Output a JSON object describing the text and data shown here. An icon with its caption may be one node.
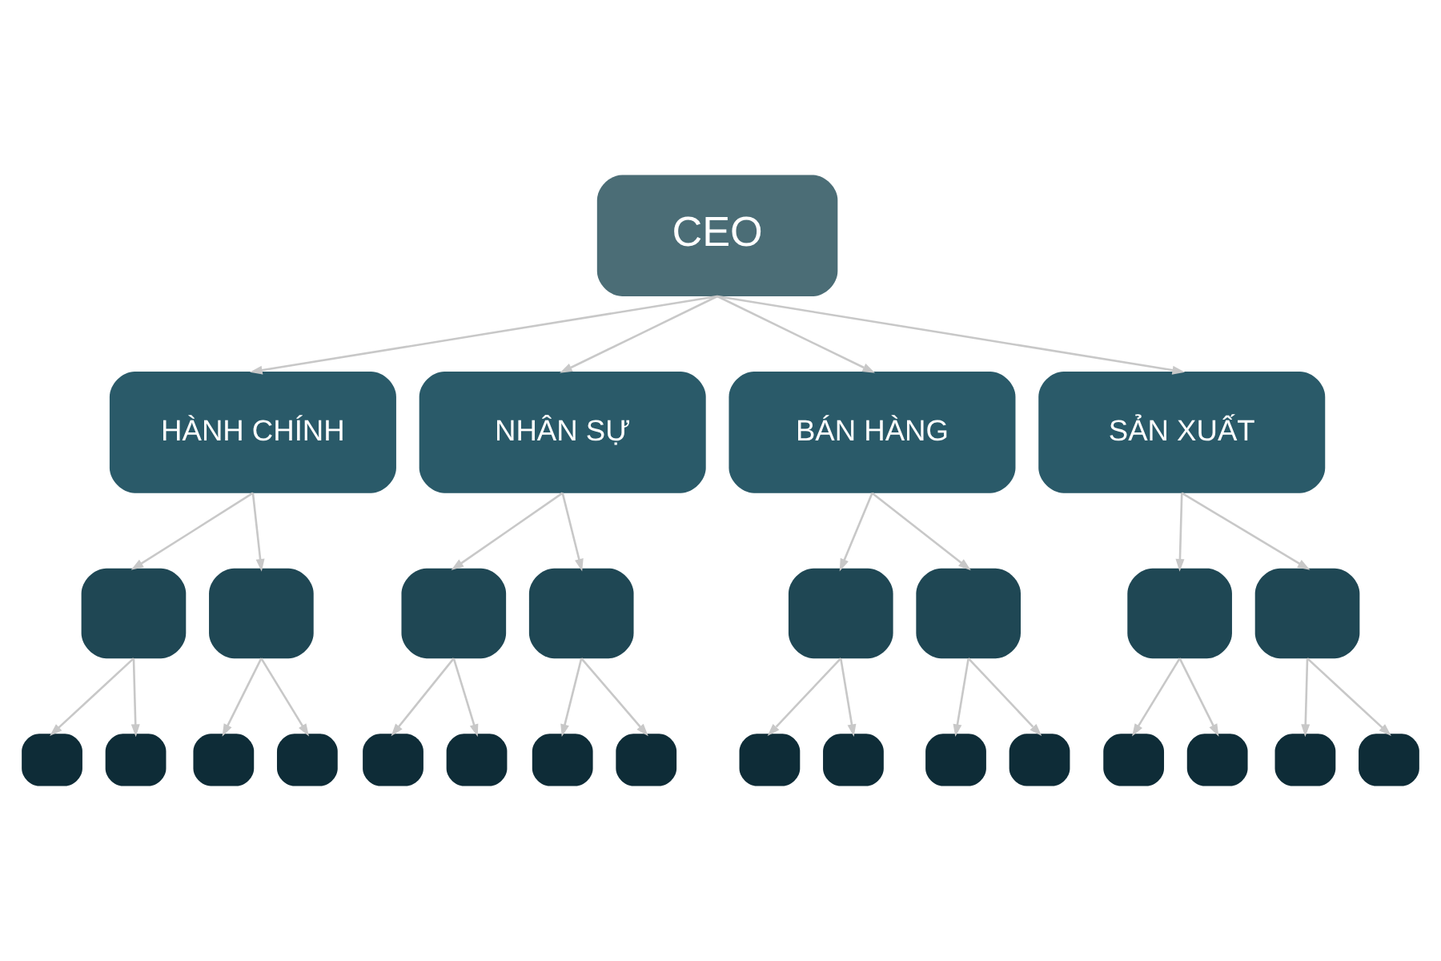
{
  "diagram": {
    "nodes": [
      {
        "text": [
          "CEO"
        ]
      },
      {
        "text": [
          "HÀNH CHÍNH"
        ]
      },
      {
        "text": [
          "NHÂN SỰ"
        ]
      },
      {
        "text": [
          "BÁN HÀNG"
        ]
      },
      {
        "text": [
          "SẢN XUẤT"
        ]
      },
      {
        "text": [],
        "shape": "box"
      },
      {
        "text": [],
        "shape": "box"
      },
      {
        "text": [],
        "shape": "box"
      },
      {
        "text": [],
        "shape": "box"
      },
      {
        "text": [],
        "shape": "box"
      },
      {
        "text": [],
        "shape": "box"
      },
      {
        "text": [],
        "shape": "box"
      },
      {
        "text": [],
        "shape": "box"
      },
      {
        "text": [],
        "shape": "box"
      },
      {
        "text": [],
        "shape": "box"
      },
      {
        "text": [],
        "shape": "box"
      },
      {
        "text": [],
        "shape": "box"
      },
      {
        "text": [],
        "shape": "box"
      },
      {
        "text": [],
        "shape": "box"
      },
      {
        "text": [],
        "shape": "box"
      },
      {
        "text": [],
        "shape": "box"
      },
      {
        "text": [],
        "shape": "box"
      },
      {
        "text": [],
        "shape": "box"
      },
      {
        "text": [],
        "shape": "box"
      },
      {
        "text": [],
        "shape": "box"
      },
      {
        "text": [],
        "shape": "box"
      },
      {
        "text": [],
        "shape": "box"
      },
      {
        "text": [],
        "shape": "box"
      },
      {
        "text": [],
        "shape": "box"
      }
    ],
    "edges": [
      {
        "from": 0,
        "to": 1,
        "arrow": "to"
      },
      {
        "from": 0,
        "to": 2,
        "arrow": "to"
      },
      {
        "from": 0,
        "to": 3,
        "arrow": "to"
      },
      {
        "from": 0,
        "to": 4,
        "arrow": "to"
      },
      {
        "from": 1,
        "to": 5,
        "arrow": "to"
      },
      {
        "from": 1,
        "to": 6,
        "arrow": "to"
      },
      {
        "from": 2,
        "to": 7,
        "arrow": "to"
      },
      {
        "from": 2,
        "to": 8,
        "arrow": "to"
      },
      {
        "from": 3,
        "to": 9,
        "arrow": "to"
      },
      {
        "from": 3,
        "to": 10,
        "arrow": "to"
      },
      {
        "from": 4,
        "to": 11,
        "arrow": "to"
      },
      {
        "from": 4,
        "to": 12,
        "arrow": "to"
      },
      {
        "from": 5,
        "to": 13,
        "arrow": "to"
      },
      {
        "from": 5,
        "to": 14,
        "arrow": "to"
      },
      {
        "from": 6,
        "to": 15,
        "arrow": "to"
      },
      {
        "from": 6,
        "to": 16,
        "arrow": "to"
      },
      {
        "from": 7,
        "to": 17,
        "arrow": "to"
      },
      {
        "from": 7,
        "to": 18,
        "arrow": "to"
      },
      {
        "from": 8,
        "to": 19,
        "arrow": "to"
      },
      {
        "from": 8,
        "to": 20,
        "arrow": "to"
      },
      {
        "from": 9,
        "to": 21,
        "arrow": "to"
      },
      {
        "from": 9,
        "to": 22,
        "arrow": "to"
      },
      {
        "from": 10,
        "to": 23,
        "arrow": "to"
      },
      {
        "from": 10,
        "to": 24,
        "arrow": "to"
      },
      {
        "from": 11,
        "to": 25,
        "arrow": "to"
      },
      {
        "from": 11,
        "to": 26,
        "arrow": "to"
      },
      {
        "from": 12,
        "to": 27,
        "arrow": "to"
      },
      {
        "from": 12,
        "to": 28,
        "arrow": "to"
      }
    ]
  }
}
